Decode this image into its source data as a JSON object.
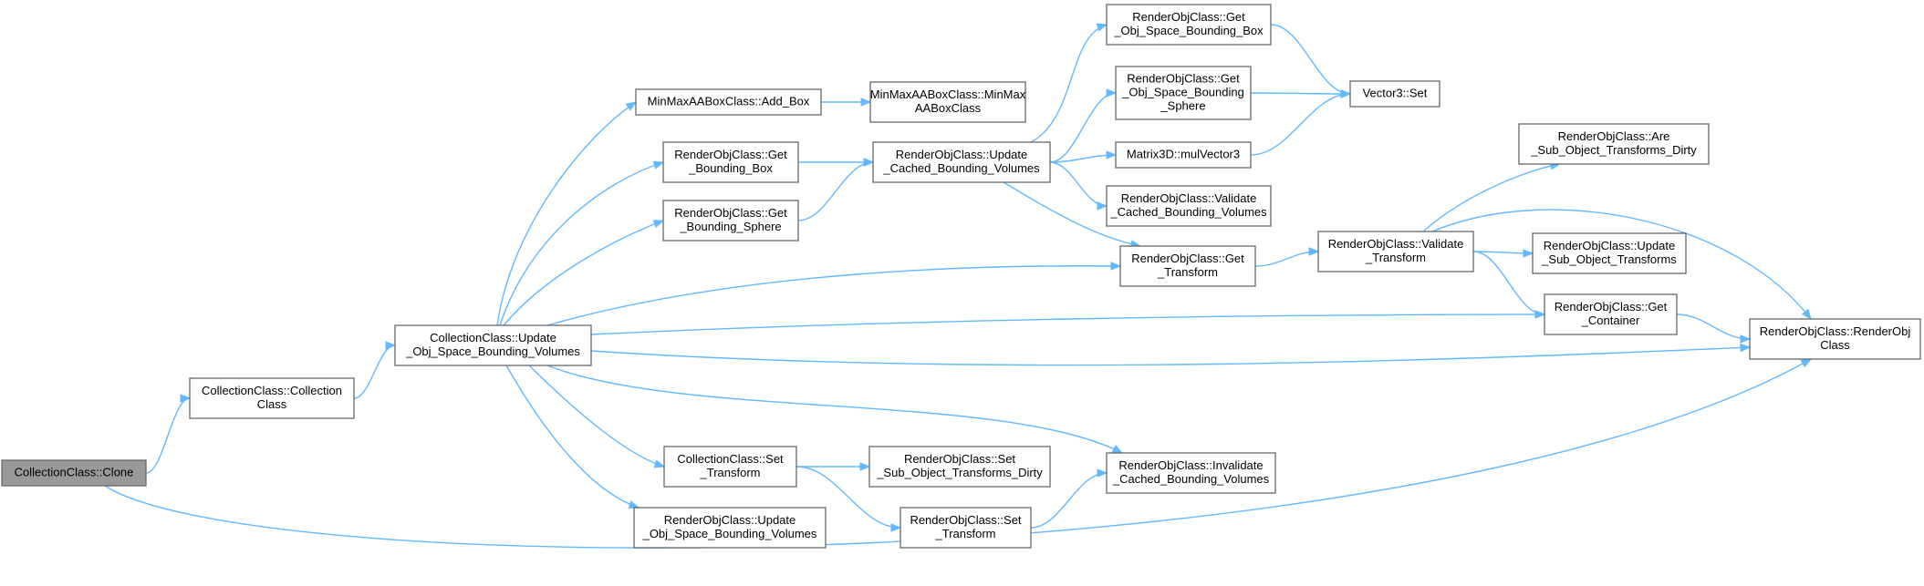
{
  "diagram": {
    "nodes": [
      {
        "id": "clone",
        "lines": [
          "CollectionClass::Clone"
        ],
        "root": true
      },
      {
        "id": "cc_ctor",
        "lines": [
          "CollectionClass::Collection",
          "Class"
        ]
      },
      {
        "id": "cc_update",
        "lines": [
          "CollectionClass::Update",
          "_Obj_Space_Bounding_Volumes"
        ]
      },
      {
        "id": "mm_addbox",
        "lines": [
          "MinMaxAABoxClass::Add_Box"
        ]
      },
      {
        "id": "mm_ctor",
        "lines": [
          "MinMaxAABoxClass::MinMax",
          "AABoxClass"
        ]
      },
      {
        "id": "ro_getbbox",
        "lines": [
          "RenderObjClass::Get",
          "_Bounding_Box"
        ]
      },
      {
        "id": "ro_getbsphere",
        "lines": [
          "RenderObjClass::Get",
          "_Bounding_Sphere"
        ]
      },
      {
        "id": "ro_updcached",
        "lines": [
          "RenderObjClass::Update",
          "_Cached_Bounding_Volumes"
        ]
      },
      {
        "id": "ro_getobjbox",
        "lines": [
          "RenderObjClass::Get",
          "_Obj_Space_Bounding_Box"
        ]
      },
      {
        "id": "ro_getobjsphere",
        "lines": [
          "RenderObjClass::Get",
          "_Obj_Space_Bounding",
          "_Sphere"
        ]
      },
      {
        "id": "vec3_set",
        "lines": [
          "Vector3::Set"
        ]
      },
      {
        "id": "mat3d_mul",
        "lines": [
          "Matrix3D::mulVector3"
        ]
      },
      {
        "id": "ro_validcached",
        "lines": [
          "RenderObjClass::Validate",
          "_Cached_Bounding_Volumes"
        ]
      },
      {
        "id": "ro_gettransform",
        "lines": [
          "RenderObjClass::Get",
          "_Transform"
        ]
      },
      {
        "id": "ro_validtransform",
        "lines": [
          "RenderObjClass::Validate",
          "_Transform"
        ]
      },
      {
        "id": "ro_aresubdirty",
        "lines": [
          "RenderObjClass::Are",
          "_Sub_Object_Transforms_Dirty"
        ]
      },
      {
        "id": "ro_updsub",
        "lines": [
          "RenderObjClass::Update",
          "_Sub_Object_Transforms"
        ]
      },
      {
        "id": "ro_getcontainer",
        "lines": [
          "RenderObjClass::Get",
          "_Container"
        ]
      },
      {
        "id": "ro_ctor",
        "lines": [
          "RenderObjClass::RenderObj",
          "Class"
        ]
      },
      {
        "id": "cc_settransform",
        "lines": [
          "CollectionClass::Set",
          "_Transform"
        ]
      },
      {
        "id": "ro_setsubdirty",
        "lines": [
          "RenderObjClass::Set",
          "_Sub_Object_Transforms_Dirty"
        ]
      },
      {
        "id": "ro_invalidcached",
        "lines": [
          "RenderObjClass::Invalidate",
          "_Cached_Bounding_Volumes"
        ]
      },
      {
        "id": "ro_updobjspace",
        "lines": [
          "RenderObjClass::Update",
          "_Obj_Space_Bounding_Volumes"
        ]
      },
      {
        "id": "ro_settransform",
        "lines": [
          "RenderObjClass::Set",
          "_Transform"
        ]
      }
    ],
    "edges": [
      [
        "clone",
        "cc_ctor"
      ],
      [
        "clone",
        "ro_ctor"
      ],
      [
        "cc_ctor",
        "cc_update"
      ],
      [
        "cc_update",
        "mm_addbox"
      ],
      [
        "cc_update",
        "ro_getbbox"
      ],
      [
        "cc_update",
        "ro_getbsphere"
      ],
      [
        "cc_update",
        "ro_gettransform"
      ],
      [
        "cc_update",
        "ro_getcontainer"
      ],
      [
        "cc_update",
        "ro_ctor"
      ],
      [
        "cc_update",
        "ro_invalidcached"
      ],
      [
        "cc_update",
        "cc_settransform"
      ],
      [
        "cc_update",
        "ro_updobjspace"
      ],
      [
        "mm_addbox",
        "mm_ctor"
      ],
      [
        "ro_getbbox",
        "ro_updcached"
      ],
      [
        "ro_getbsphere",
        "ro_updcached"
      ],
      [
        "ro_updcached",
        "ro_getobjbox"
      ],
      [
        "ro_updcached",
        "ro_getobjsphere"
      ],
      [
        "ro_updcached",
        "mat3d_mul"
      ],
      [
        "ro_updcached",
        "ro_validcached"
      ],
      [
        "ro_updcached",
        "ro_gettransform"
      ],
      [
        "ro_getobjbox",
        "vec3_set"
      ],
      [
        "ro_getobjsphere",
        "vec3_set"
      ],
      [
        "mat3d_mul",
        "vec3_set"
      ],
      [
        "ro_gettransform",
        "ro_validtransform"
      ],
      [
        "ro_validtransform",
        "ro_aresubdirty"
      ],
      [
        "ro_validtransform",
        "ro_updsub"
      ],
      [
        "ro_validtransform",
        "ro_getcontainer"
      ],
      [
        "ro_validtransform",
        "ro_ctor"
      ],
      [
        "ro_getcontainer",
        "ro_ctor"
      ],
      [
        "cc_settransform",
        "ro_setsubdirty"
      ],
      [
        "cc_settransform",
        "ro_settransform"
      ],
      [
        "ro_settransform",
        "ro_invalidcached"
      ]
    ]
  }
}
